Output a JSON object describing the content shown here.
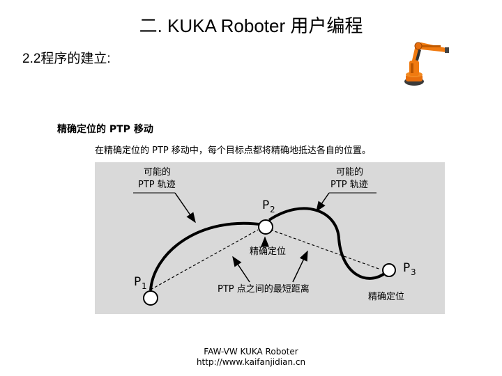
{
  "slide": {
    "title": "二. KUKA Roboter 用户编程",
    "section_heading": "2.2程序的建立:"
  },
  "figure": {
    "caption": "精确定位的 PTP 移动",
    "subcaption": "在精确定位的 PTP 移动中，每个目标点都将精确地抵达各自的位置。",
    "labels": {
      "possible_path_left_line1": "可能的",
      "possible_path_left_line2": "PTP 轨迹",
      "possible_path_right_line1": "可能的",
      "possible_path_right_line2": "PTP 轨迹",
      "p1": "P",
      "p1_sub": "1",
      "p2": "P",
      "p2_sub": "2",
      "p3": "P",
      "p3_sub": "3",
      "exact_stop_p2": "精确定位",
      "exact_stop_p3": "精确定位",
      "shortest_distance": "PTP 点之间的最短距离"
    }
  },
  "footer": {
    "line1": "FAW-VW KUKA Roboter",
    "line2": "http://www.kaifanjidian.cn"
  },
  "colors": {
    "diagram_background": "#d9d9d9",
    "robot_orange": "#f07a10"
  },
  "icons": {
    "logo": "kuka-robot-arm-icon"
  }
}
